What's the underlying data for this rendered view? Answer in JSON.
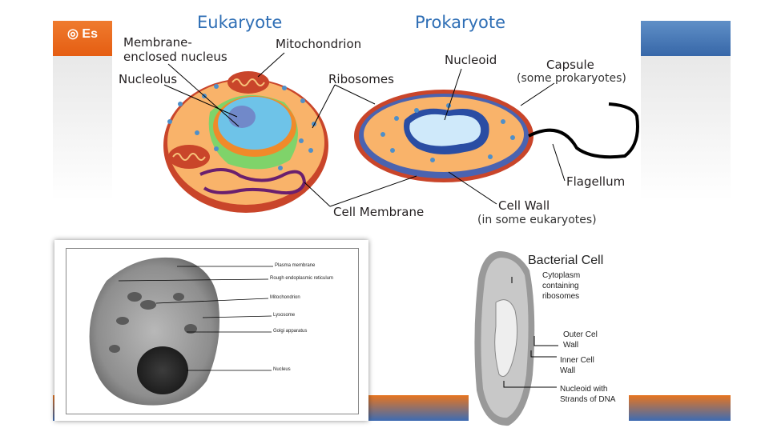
{
  "slide": {
    "logo_text": "Es"
  },
  "diagram": {
    "eukaryote_title": "Eukaryote",
    "prokaryote_title": "Prokaryote",
    "labels": {
      "membrane_nucleus": "Membrane-\nenclosed nucleus",
      "mitochondrion": "Mitochondrion",
      "nucleolus": "Nucleolus",
      "ribosomes": "Ribosomes",
      "nucleoid": "Nucleoid",
      "capsule": "Capsule",
      "capsule_note": "(some prokaryotes)",
      "flagellum": "Flagellum",
      "cell_membrane": "Cell Membrane",
      "cell_wall": "Cell Wall",
      "cell_wall_note": "(in some eukaryotes)"
    }
  },
  "micrograph": {
    "labels": [
      "Plasma membrane",
      "Rough endoplasmic reticulum",
      "Mitochondrion",
      "Lysosome",
      "Golgi apparatus",
      "Nucleus"
    ]
  },
  "bacterial": {
    "title": "Bacterial Cell",
    "cytoplasm": "Cytoplasm\ncontaining\nribosomes",
    "outer_wall": "Outer Cel\nWall",
    "inner_wall": "Inner Cell\nWall",
    "nucleoid": "Nucleoid with\nStrands of DNA"
  },
  "colors": {
    "orange_band": "#e55d12",
    "blue_band": "#3767a8",
    "title_blue": "#2e6eb5",
    "cytoplasm": "#f7b266",
    "nucleus_blue": "#6ec3e8",
    "er_green": "#7fd36a"
  }
}
